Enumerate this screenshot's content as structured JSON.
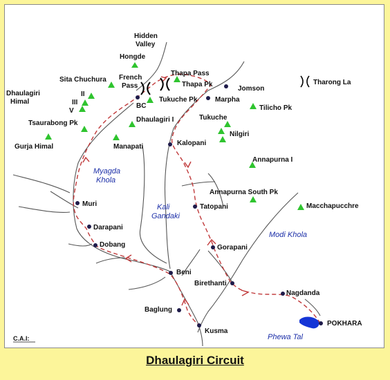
{
  "title": "Dhaulagiri Circuit",
  "credit": "C.A.I:",
  "colors": {
    "background": "#fcf59a",
    "peak": "#2fc42f",
    "trek_route": "#c0393a",
    "river_label": "#1c2fa8",
    "town_dot": "#1f1b4a",
    "lake": "#1535d6"
  },
  "peaks": [
    {
      "id": "hongde",
      "name": "Hongde"
    },
    {
      "id": "sita",
      "name": "Sita Chuchura"
    },
    {
      "id": "dh2",
      "name": "II"
    },
    {
      "id": "dh3",
      "name": "III"
    },
    {
      "id": "dh5",
      "name": "V"
    },
    {
      "id": "dhaulagiri-himal",
      "name": "Dhaulagiri Himal"
    },
    {
      "id": "tsaurabong",
      "name": "Tsaurabong Pk"
    },
    {
      "id": "gurja",
      "name": "Gurja Himal"
    },
    {
      "id": "dhaulagiri-1",
      "name": "Dhaulagiri I"
    },
    {
      "id": "manapati",
      "name": "Manapati"
    },
    {
      "id": "tukuche-pk",
      "name": "Tukuche Pk"
    },
    {
      "id": "thapa-pk",
      "name": "Thapa Pk"
    },
    {
      "id": "tilicho",
      "name": "Tilicho Pk"
    },
    {
      "id": "tukuche-peak2",
      "name": ""
    },
    {
      "id": "nilgiri",
      "name": "Nilgiri"
    },
    {
      "id": "annapurna-1",
      "name": "Annapurna I"
    },
    {
      "id": "annapurna-south",
      "name": "Annapurna South Pk"
    },
    {
      "id": "macchapucchre",
      "name": "Macchapucchre"
    }
  ],
  "passes": [
    {
      "id": "french-pass",
      "name": "French Pass"
    },
    {
      "id": "thapa-pass",
      "name": "Thapa Pass"
    },
    {
      "id": "tharong-la",
      "name": "Tharong La"
    }
  ],
  "places": [
    {
      "id": "hidden-valley",
      "name": "Hidden Valley"
    },
    {
      "id": "bc",
      "name": "BC"
    },
    {
      "id": "jomson",
      "name": "Jomson"
    },
    {
      "id": "marpha",
      "name": "Marpha"
    },
    {
      "id": "tukuche",
      "name": "Tukuche"
    },
    {
      "id": "kalopani",
      "name": "Kalopani"
    },
    {
      "id": "tatopani",
      "name": "Tatopani"
    },
    {
      "id": "gorapani",
      "name": "Gorapani"
    },
    {
      "id": "birethanti",
      "name": "Birethanti"
    },
    {
      "id": "nagdanda",
      "name": "Nagdanda"
    },
    {
      "id": "pokhara",
      "name": "POKHARA"
    },
    {
      "id": "kusma",
      "name": "Kusma"
    },
    {
      "id": "baglung",
      "name": "Baglung"
    },
    {
      "id": "beni",
      "name": "Beni"
    },
    {
      "id": "dobang",
      "name": "Dobang"
    },
    {
      "id": "darapani",
      "name": "Darapani"
    },
    {
      "id": "muri",
      "name": "Muri"
    }
  ],
  "rivers": [
    {
      "id": "myagda",
      "name": "Myagda Khola"
    },
    {
      "id": "kali-gandaki",
      "name": "Kali Gandaki"
    },
    {
      "id": "modi",
      "name": "Modi Khola"
    }
  ],
  "lake": {
    "name": "Phewa Tal"
  }
}
